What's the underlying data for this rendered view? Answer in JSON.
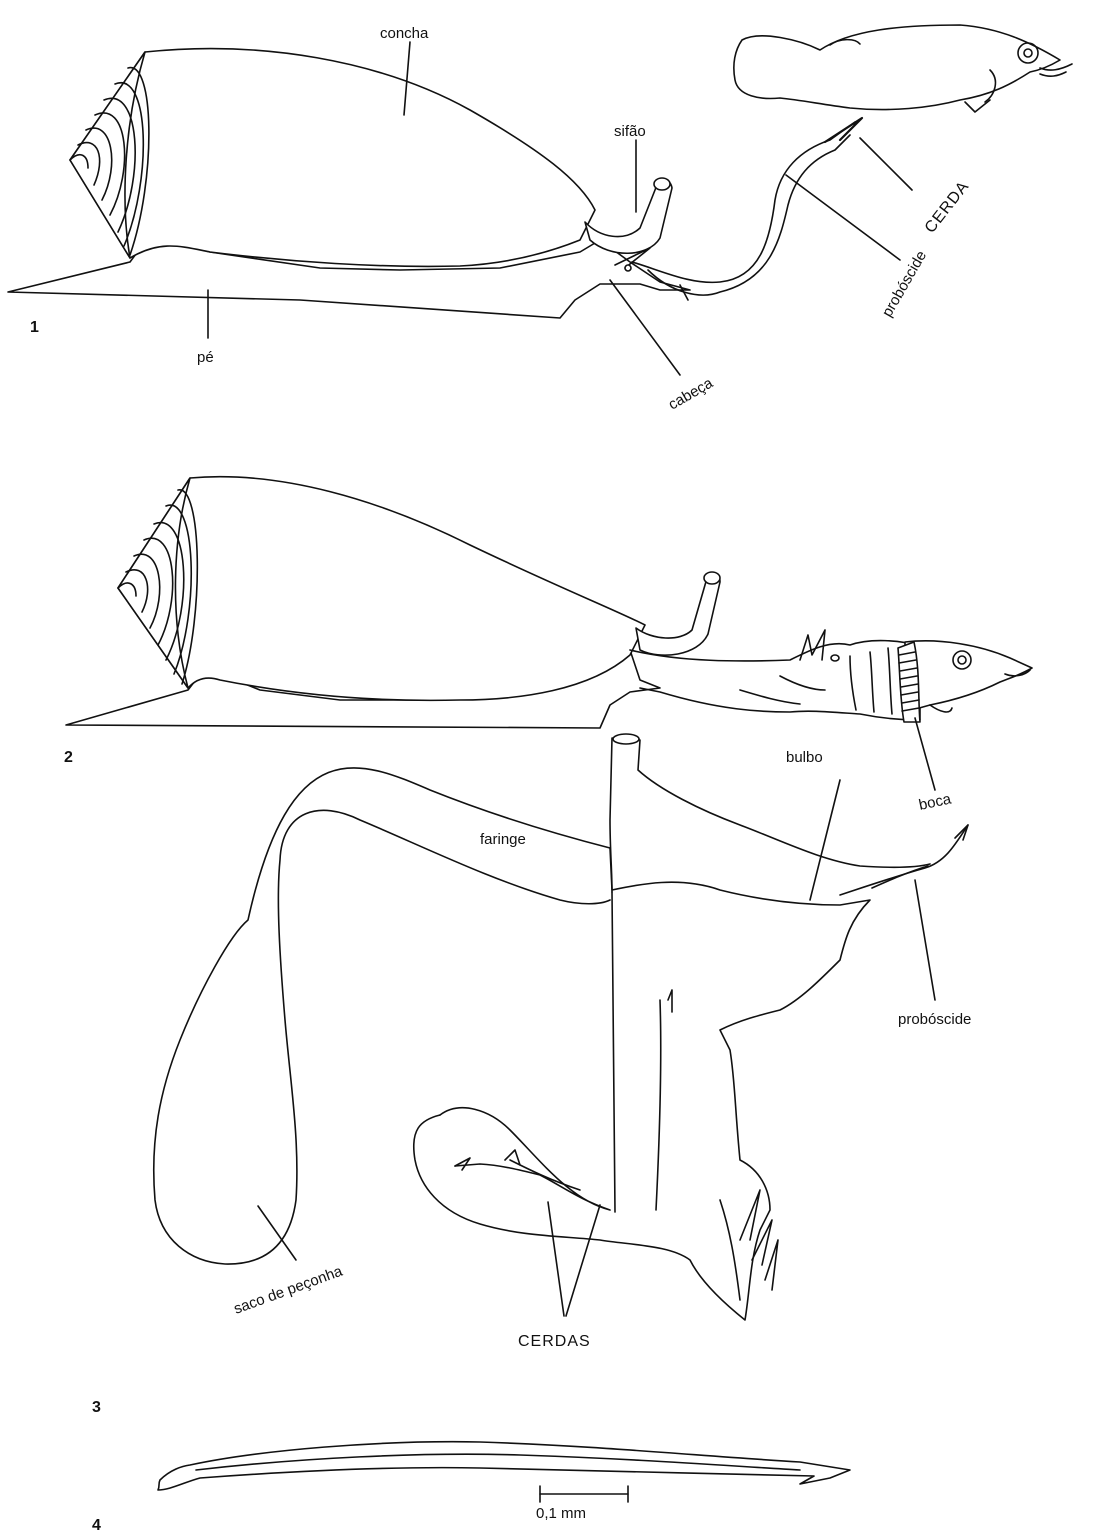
{
  "figure1": {
    "number": "1",
    "labels": {
      "concha": "concha",
      "sifao": "sifão",
      "cerda": "CERDA",
      "proboscide": "probóscide",
      "pe": "pé",
      "cabeca": "cabeça"
    }
  },
  "figure2": {
    "number": "2",
    "labels": {
      "boca": "boca"
    }
  },
  "figure3": {
    "number": "3",
    "labels": {
      "bulbo": "bulbo",
      "faringe": "faringe",
      "proboscide": "probóscide",
      "saco_de_peconha": "saco de peçonha",
      "cerdas": "CERDAS"
    }
  },
  "figure4": {
    "number": "4",
    "scale_label": "0,1 mm"
  }
}
